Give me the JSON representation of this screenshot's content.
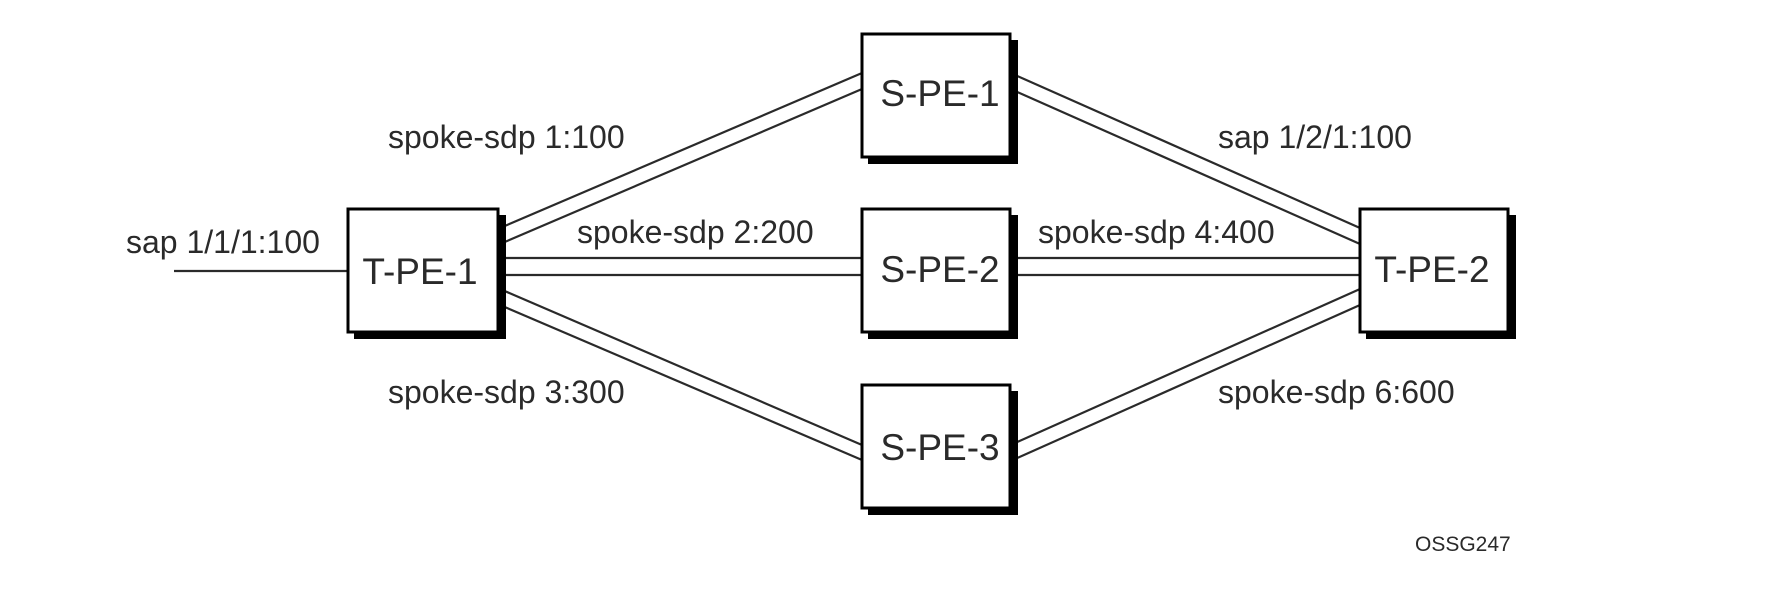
{
  "nodes": {
    "tpe1": "T-PE-1",
    "spe1": "S-PE-1",
    "spe2": "S-PE-2",
    "spe3": "S-PE-3",
    "tpe2": "T-PE-2"
  },
  "links": {
    "sap_left": "sap 1/1/1:100",
    "sdp_1": "spoke-sdp 1:100",
    "sdp_2": "spoke-sdp 2:200",
    "sdp_3": "spoke-sdp 3:300",
    "sap_right": "sap 1/2/1:100",
    "sdp_4": "spoke-sdp 4:400",
    "sdp_6": "spoke-sdp 6:600"
  },
  "figure_id": "OSSG247"
}
